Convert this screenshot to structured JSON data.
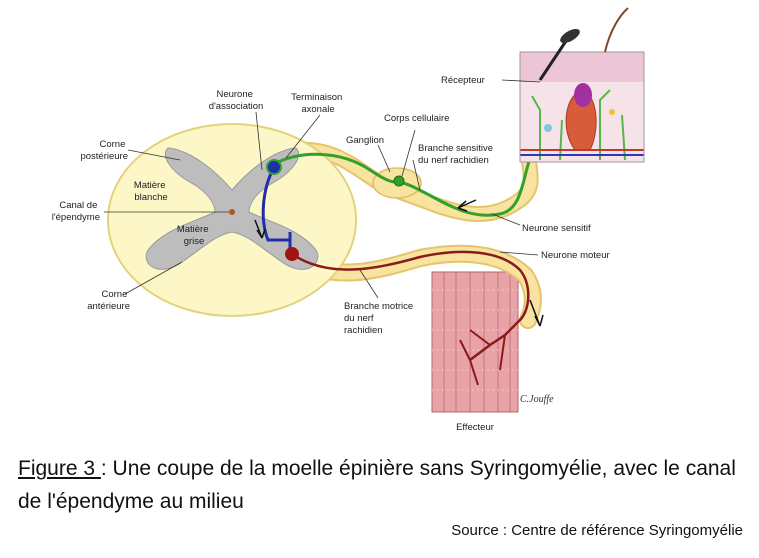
{
  "labels": {
    "corne_posterieure": [
      "Corne",
      "postérieure"
    ],
    "matiere_blanche": [
      "Matière",
      "blanche"
    ],
    "canal_ependyme": [
      "Canal de",
      "l'épendyme"
    ],
    "matiere_grise": [
      "Matière",
      "grise"
    ],
    "corne_anterieure": [
      "Corne",
      "antérieure"
    ],
    "neurone_association": [
      "Neurone",
      "d'association"
    ],
    "terminaison_axonale": [
      "Terminaison",
      "axonale"
    ],
    "ganglion": "Ganglion",
    "corps_cellulaire": "Corps cellulaire",
    "branche_sensitive": [
      "Branche sensitive",
      "du nerf rachidien"
    ],
    "recepteur": "Récepteur",
    "neurone_sensitif": "Neurone sensitif",
    "neurone_moteur": "Neurone moteur",
    "branche_motrice": [
      "Branche motrice",
      "du nerf",
      "rachidien"
    ],
    "effecteur": "Effecteur",
    "signature": "C.Jouffe"
  },
  "caption": {
    "figure_label": "Figure 3 ",
    "text": ": Une coupe de la moelle épinière sans Syringomyélie, avec le canal de l'épendyme au milieu"
  },
  "source": "Source : Centre de référence Syringomyélie",
  "colors": {
    "white_matter": "#fdf7c8",
    "gray_matter": "#bdbdbd",
    "sensory_neuron": "#33a02c",
    "motor_neuron": "#8b1a1a",
    "association_neuron": "#1f2fa8",
    "muscle": "#e8a3a8",
    "nerve": "#f8e3a0"
  }
}
